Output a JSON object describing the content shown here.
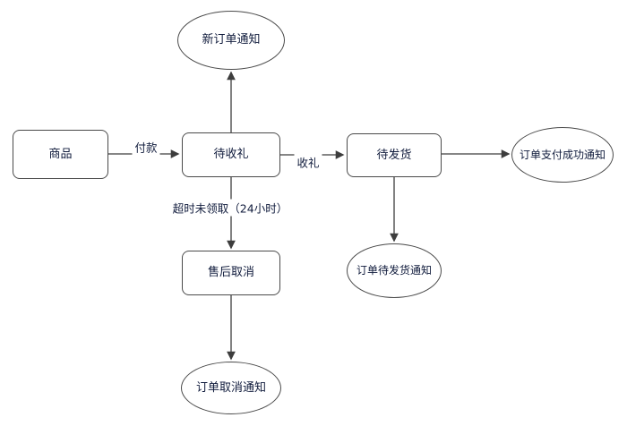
{
  "diagram": {
    "nodes": {
      "product": {
        "label": "商品",
        "shape": "rect"
      },
      "await_gift": {
        "label": "待收礼",
        "shape": "rect"
      },
      "new_order_notice": {
        "label": "新订单通知",
        "shape": "ellipse"
      },
      "await_ship": {
        "label": "待发货",
        "shape": "rect"
      },
      "pay_success_notice": {
        "label": "订单支付成功通知",
        "shape": "ellipse"
      },
      "aftersale_cancel": {
        "label": "售后取消",
        "shape": "rect"
      },
      "await_ship_notice": {
        "label": "订单待发货通知",
        "shape": "ellipse"
      },
      "cancel_notice": {
        "label": "订单取消通知",
        "shape": "ellipse"
      }
    },
    "edge_labels": {
      "pay": "付款",
      "receive": "收礼",
      "timeout": "超时未领取（24小时）"
    },
    "colors": {
      "node_border": "#4a4a4a",
      "node_fill": "#ffffff",
      "arrow": "#3d3d3d",
      "text": "#101b3c"
    }
  }
}
